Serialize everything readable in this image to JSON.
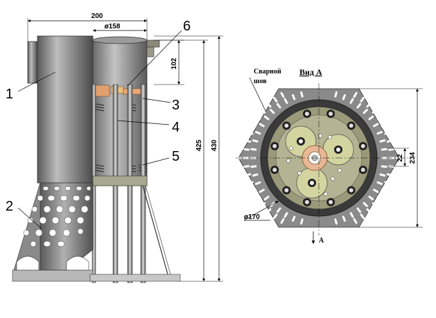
{
  "side_view": {
    "dimensions": {
      "overall_width": "200",
      "inner_diameter": "ø158",
      "top_height": "102",
      "height_a": "425",
      "height_b": "430"
    },
    "callouts": [
      "1",
      "2",
      "3",
      "4",
      "5",
      "6"
    ]
  },
  "top_view": {
    "title": "Вид А",
    "weld_label_line1": "Сварной",
    "weld_label_line2": "шов",
    "dimensions": {
      "diameter": "ø170",
      "height": "234",
      "offset": "22"
    },
    "section_label": "А"
  },
  "colors": {
    "steel_dark": "#6e6e6e",
    "steel_light": "#c8c8c8",
    "copper": "#e0a070",
    "olive": "#c8c89a",
    "plate": "#9a9a7a"
  }
}
